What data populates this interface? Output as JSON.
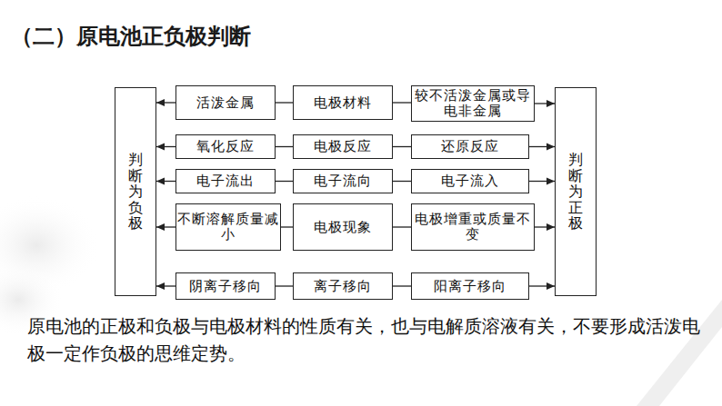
{
  "diagram": {
    "title": "（二）原电池正负极判断",
    "caption": "原电池的正极和负极与电极材料的性质有关，也与电解质溶液有关，不要形成活泼电极一定作负极的思维定势。",
    "nodes": [
      {
        "text": [
          "判断为负极"
        ]
      },
      {
        "text": [
          "活泼金属"
        ]
      },
      {
        "text": [
          "电极材料"
        ]
      },
      {
        "text": [
          "较不活泼金属或导电非金属"
        ]
      },
      {
        "text": [
          "氧化反应"
        ]
      },
      {
        "text": [
          "电极反应"
        ]
      },
      {
        "text": [
          "还原反应"
        ]
      },
      {
        "text": [
          "电子流出"
        ]
      },
      {
        "text": [
          "电子流向"
        ]
      },
      {
        "text": [
          "电子流入"
        ]
      },
      {
        "text": [
          "不断溶解质量减小"
        ]
      },
      {
        "text": [
          "电极现象"
        ]
      },
      {
        "text": [
          "电极增重或质量不变"
        ]
      },
      {
        "text": [
          "阴离子移向"
        ]
      },
      {
        "text": [
          "离子移向"
        ]
      },
      {
        "text": [
          "阳离子移向"
        ]
      },
      {
        "text": [
          "判断为正极"
        ]
      }
    ],
    "edges": [
      {
        "from": 2,
        "to": 1,
        "arrow": "none"
      },
      {
        "from": 1,
        "to": 0,
        "arrow": "to"
      },
      {
        "from": 2,
        "to": 3,
        "arrow": "none"
      },
      {
        "from": 3,
        "to": 16,
        "arrow": "to"
      },
      {
        "from": 5,
        "to": 4,
        "arrow": "none"
      },
      {
        "from": 4,
        "to": 0,
        "arrow": "to"
      },
      {
        "from": 5,
        "to": 6,
        "arrow": "none"
      },
      {
        "from": 6,
        "to": 16,
        "arrow": "to"
      },
      {
        "from": 8,
        "to": 7,
        "arrow": "none"
      },
      {
        "from": 7,
        "to": 0,
        "arrow": "to"
      },
      {
        "from": 8,
        "to": 9,
        "arrow": "none"
      },
      {
        "from": 9,
        "to": 16,
        "arrow": "to"
      },
      {
        "from": 11,
        "to": 10,
        "arrow": "none"
      },
      {
        "from": 10,
        "to": 0,
        "arrow": "to"
      },
      {
        "from": 11,
        "to": 12,
        "arrow": "none"
      },
      {
        "from": 12,
        "to": 16,
        "arrow": "to"
      },
      {
        "from": 14,
        "to": 13,
        "arrow": "none"
      },
      {
        "from": 13,
        "to": 0,
        "arrow": "to"
      },
      {
        "from": 14,
        "to": 15,
        "arrow": "none"
      },
      {
        "from": 15,
        "to": 16,
        "arrow": "to"
      }
    ]
  }
}
